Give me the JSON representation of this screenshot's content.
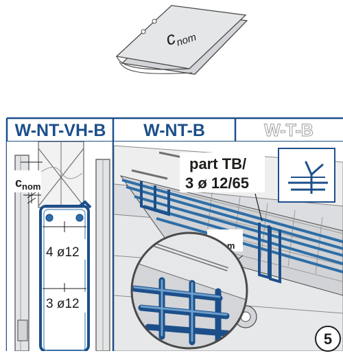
{
  "document": {
    "c": "c",
    "nom": "nom"
  },
  "tabs": [
    {
      "label": "W-NT-VH-B",
      "state": "active"
    },
    {
      "label": "W-NT-B",
      "state": "active"
    },
    {
      "label": "W-T-B",
      "state": "inactive"
    }
  ],
  "labels": {
    "cnom_left": {
      "c": "c",
      "sub": "nom"
    },
    "cnom_right": {
      "c": "c",
      "sub": "nom"
    },
    "bars_upper": "4 ø12",
    "bars_lower": "3 ø12",
    "callout_part": "part TB/",
    "callout_bars": "3 ø 12/65"
  },
  "step_number": "5",
  "colors": {
    "brand_blue": "#1c4f8a",
    "rebar_blue": "#2e6ea6",
    "line_dark": "#1d1d1b",
    "gray_light": "#e3e4e6",
    "gray_mid": "#b9bbbe",
    "inactive_tab": "#9a9a9a"
  }
}
